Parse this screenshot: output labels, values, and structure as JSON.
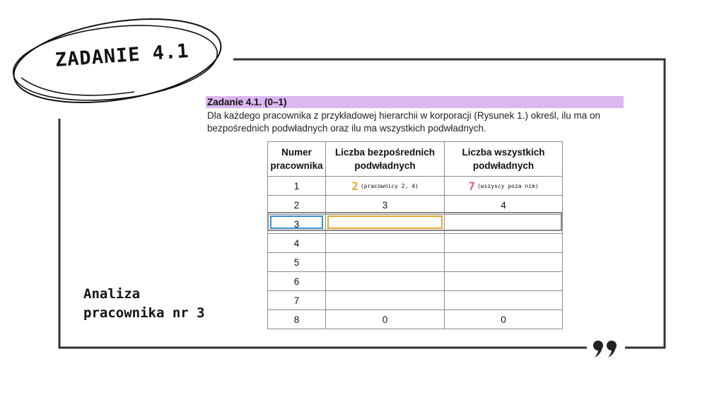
{
  "badge": {
    "title": "ZADANIE 4.1"
  },
  "task": {
    "title": "Zadanie 4.1. (0–1)",
    "text": "Dla każdego pracownika z przykładowej hierarchii w korporacji (Rysunek 1.) określ, ilu ma on bezpośrednich podwładnych oraz ilu ma wszystkich podwładnych."
  },
  "table": {
    "headers": {
      "col1": [
        "Numer",
        "pracownika"
      ],
      "col2": [
        "Liczba bezpośrednich",
        "podwładnych"
      ],
      "col3": [
        "Liczba wszystkich",
        "podwładnych"
      ]
    },
    "rows": [
      {
        "num": "1",
        "direct": "2",
        "direct_note": "(pracownicy 2, 4)",
        "all": "7",
        "all_note": "(wszyscy poza nim)"
      },
      {
        "num": "2",
        "direct": "3",
        "all": "4"
      },
      {
        "num": "3",
        "direct": "",
        "all": ""
      },
      {
        "num": "4",
        "direct": "",
        "all": ""
      },
      {
        "num": "5",
        "direct": "",
        "all": ""
      },
      {
        "num": "6",
        "direct": "",
        "all": ""
      },
      {
        "num": "7",
        "direct": "",
        "all": ""
      },
      {
        "num": "8",
        "direct": "0",
        "all": "0"
      }
    ]
  },
  "side_note": {
    "line1": "Analiza",
    "line2": "pracownika nr 3"
  },
  "icons": {
    "quote": "quote-icon"
  },
  "colors": {
    "highlight_purple": "#dcb6ef",
    "blue": "#3d8fce",
    "orange": "#e3a92d",
    "pink": "#e65d8a"
  }
}
